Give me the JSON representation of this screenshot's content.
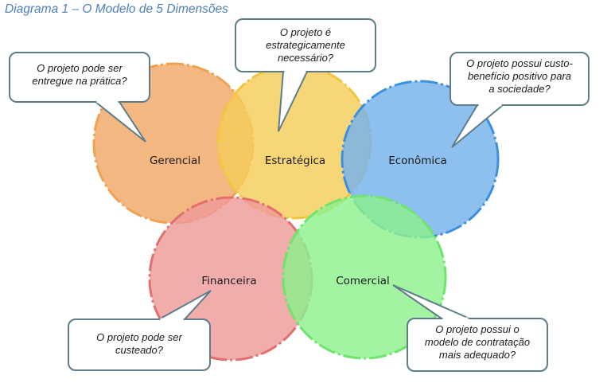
{
  "title": "Diagrama 1 – O Modelo de 5 Dimensões",
  "dimensions": [
    {
      "name": "Gerencial",
      "color": "#f0a866",
      "ring": "#f0a050"
    },
    {
      "name": "Estratégica",
      "color": "#f5cd5a",
      "ring": "#f2c53d"
    },
    {
      "name": "Econômica",
      "color": "#74b2eb",
      "ring": "#3d8fe0"
    },
    {
      "name": "Financeira",
      "color": "#ee9a9a",
      "ring": "#e36e6e"
    },
    {
      "name": "Comercial",
      "color": "#8ef08e",
      "ring": "#6ee36e"
    }
  ],
  "questions": [
    {
      "lines": [
        "O projeto pode ser",
        "entregue na prática?"
      ]
    },
    {
      "lines": [
        "O projeto é",
        "estrategicamente",
        "necessário?"
      ]
    },
    {
      "lines": [
        "O projeto possui custo-",
        "benefício positivo para",
        "a sociedade?"
      ]
    },
    {
      "lines": [
        "O projeto pode ser",
        "custeado?"
      ]
    },
    {
      "lines": [
        "O projeto possui o",
        "modelo de contratação",
        "mais adequado?"
      ]
    }
  ],
  "colors": {
    "title": "#4d7fb8",
    "bubble_border": "#5e7d88",
    "bubble_fill": "#ffffff"
  }
}
